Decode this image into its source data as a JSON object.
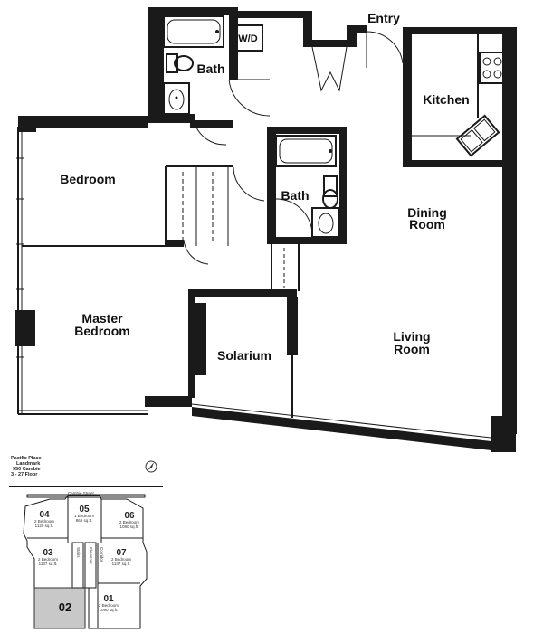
{
  "plan": {
    "rooms": {
      "entry": "Entry",
      "bath_top": "Bath",
      "washer_dryer": "W/D",
      "kitchen": "Kitchen",
      "bedroom": "Bedroom",
      "bath_center": "Bath",
      "dining_line1": "Dining",
      "dining_line2": "Room",
      "master_line1": "Master",
      "master_line2": "Bedroom",
      "solarium": "Solarium",
      "living_line1": "Living",
      "living_line2": "Room"
    }
  },
  "info": {
    "building": "Pacific Place",
    "subtitle": "Landmark",
    "address": "950 Cambie",
    "floors": "3 - 27 Floor"
  },
  "keyplan": {
    "street": "Cambie Street",
    "units": [
      {
        "num": "04",
        "type": "2 Bedroom",
        "area": "1120 sq.ft."
      },
      {
        "num": "05",
        "type": "1 Bedroom",
        "area": "865 sq.ft."
      },
      {
        "num": "06",
        "type": "2 Bedroom",
        "area": "1080 sq.ft."
      },
      {
        "num": "03",
        "type": "2 Bedroom",
        "area": "1137 sq.ft."
      },
      {
        "num": "07",
        "type": "2 Bedroom",
        "area": "1137 sq.ft."
      },
      {
        "num": "02",
        "type": "",
        "area": ""
      },
      {
        "num": "01",
        "type": "2 Bedroom",
        "area": "1090 sq.ft."
      }
    ],
    "stairs": "Stairs",
    "elevators": "Elevators",
    "corridor": "Corridor",
    "highlighted_unit": "02",
    "highlight_color": "#c8c8c8"
  },
  "colors": {
    "wall": "#1a1a1a",
    "background": "#ffffff"
  }
}
